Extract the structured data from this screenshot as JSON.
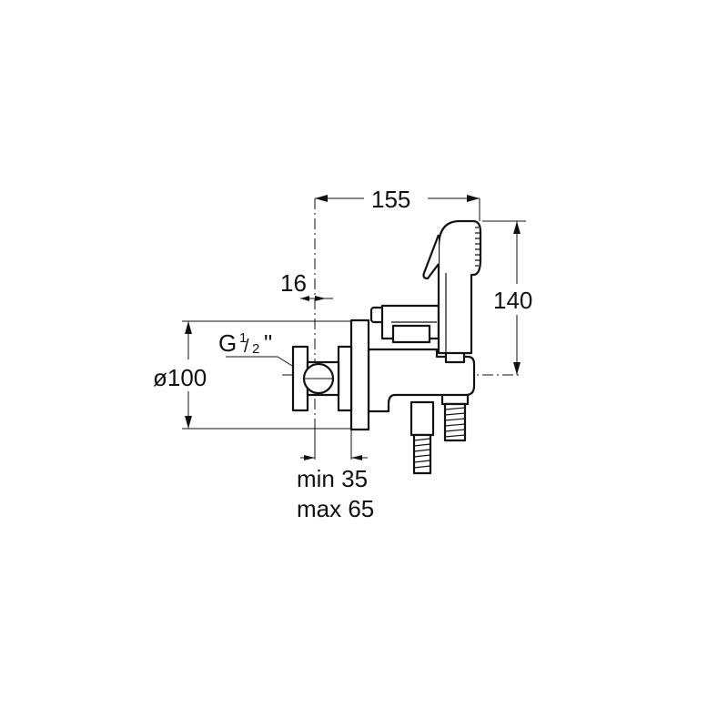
{
  "dimensions": {
    "overall_length": "155",
    "overall_height": "140",
    "flange_offset": "16",
    "thread_size": "G",
    "thread_fraction_num": "1",
    "thread_fraction_den": "2",
    "thread_inch_mark": "\"",
    "flange_diameter": "ø100",
    "wall_depth_min": "min 35",
    "wall_depth_max": "max 65"
  }
}
